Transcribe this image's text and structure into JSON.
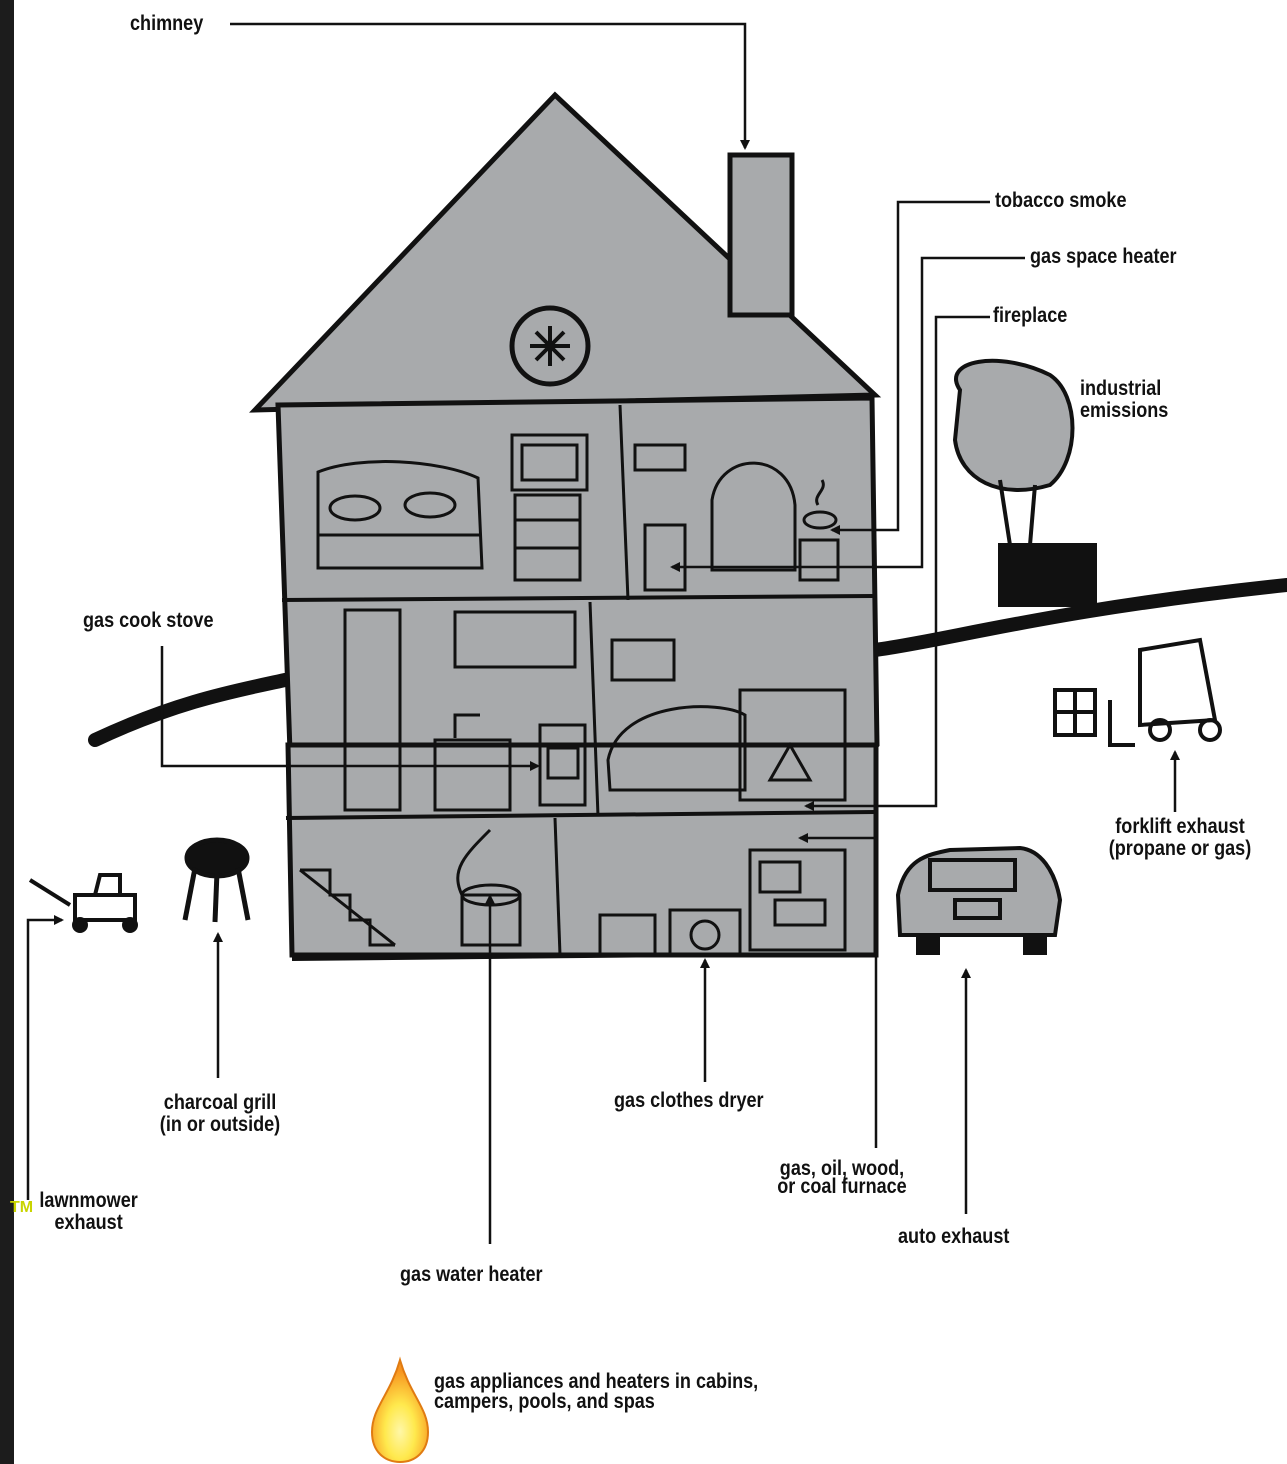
{
  "labels": {
    "chimney": "chimney",
    "tobacco_smoke": "tobacco smoke",
    "gas_space_heater": "gas space heater",
    "fireplace": "fireplace",
    "industrial_emissions": "industrial\nemissions",
    "gas_cook_stove": "gas cook stove",
    "forklift_exhaust": "forklift exhaust\n(propane or gas)",
    "charcoal_grill": "charcoal grill\n(in or outside)",
    "lawnmower_exhaust": "lawnmower\nexhaust",
    "gas_clothes_dryer": "gas clothes dryer",
    "furnace": "gas, oil, wood,\nor coal furnace",
    "gas_water_heater": "gas water heater",
    "auto_exhaust": "auto exhaust",
    "gas_appliances_note": "gas appliances and heaters in cabins,\ncampers, pools, and spas"
  },
  "trademark": "TM",
  "colors": {
    "house_fill": "#a8aaac",
    "ink": "#111111",
    "accent_tm": "#c9d400",
    "flame_outer": "#f7931e",
    "flame_inner": "#ffe94d"
  }
}
